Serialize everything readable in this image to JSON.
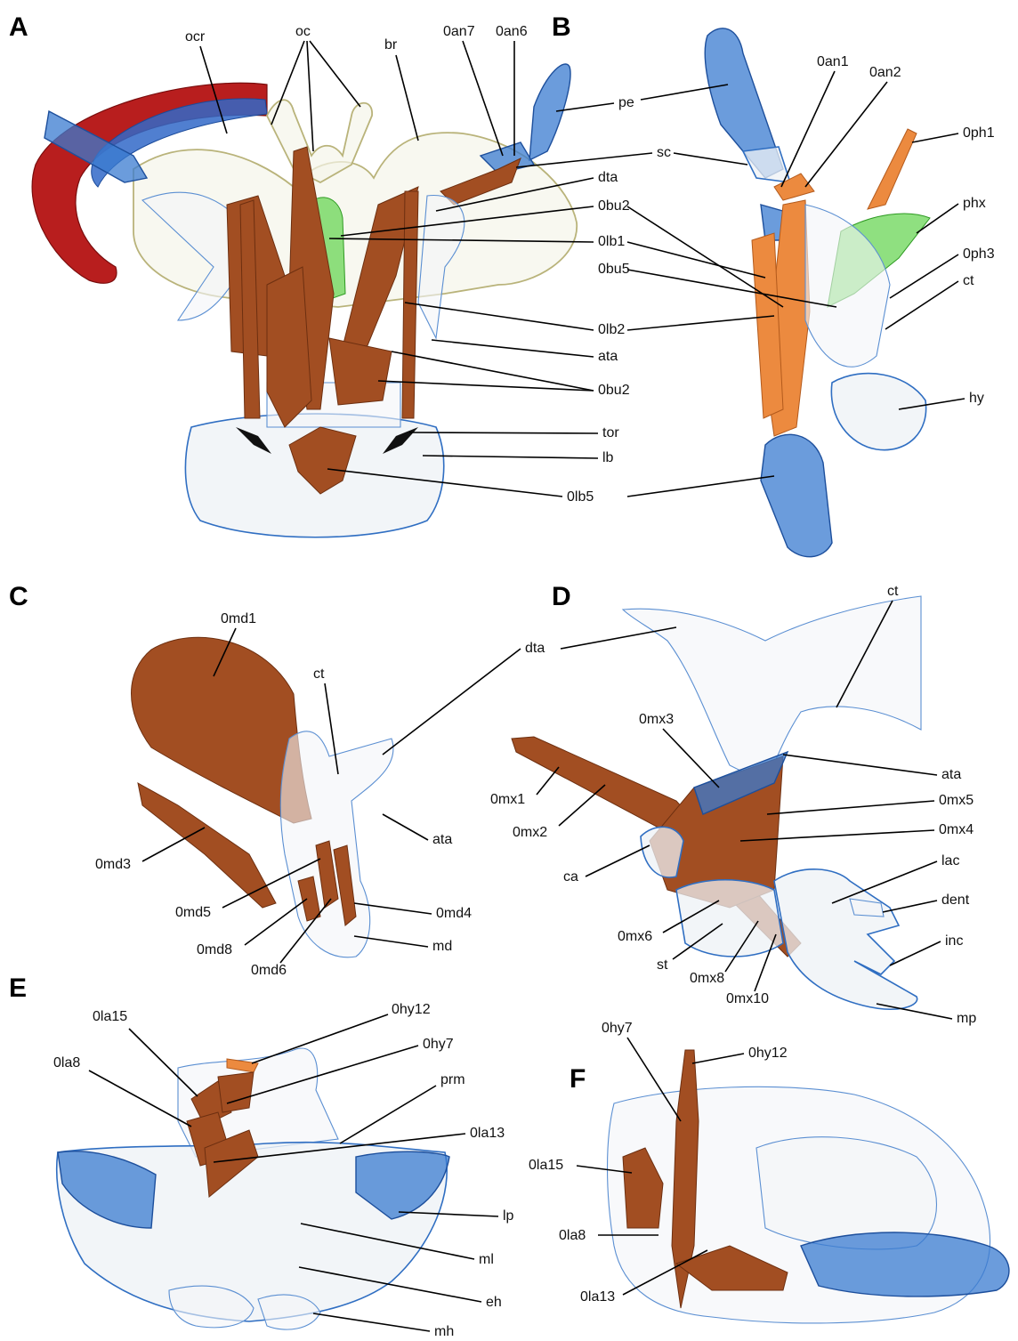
{
  "panels": {
    "A": {
      "letter": "A",
      "labels": {
        "ocr": "ocr",
        "oc": "oc",
        "br": "br",
        "an7": "0an7",
        "an6": "0an6",
        "pe": "pe",
        "sc": "sc",
        "dta": "dta",
        "bu2_top": "0bu2",
        "lb1": "0lb1",
        "lb2": "0lb2",
        "ata": "ata",
        "bu2_bottom": "0bu2",
        "tor": "tor",
        "lb": "lb",
        "lb5": "0lb5"
      }
    },
    "B": {
      "letter": "B",
      "labels": {
        "an1": "0an1",
        "an2": "0an2",
        "ph1": "0ph1",
        "phx": "phx",
        "ph3": "0ph3",
        "ct": "ct",
        "hy": "hy"
      }
    },
    "C": {
      "letter": "C",
      "labels": {
        "md1": "0md1",
        "ct": "ct",
        "dta": "dta",
        "ata": "ata",
        "md3": "0md3",
        "md5": "0md5",
        "md4": "0md4",
        "md8": "0md8",
        "md6": "0md6",
        "md": "md"
      }
    },
    "D": {
      "letter": "D",
      "labels": {
        "ct": "ct",
        "mx3": "0mx3",
        "ata": "ata",
        "mx1": "0mx1",
        "mx5": "0mx5",
        "mx2": "0mx2",
        "mx4": "0mx4",
        "ca": "ca",
        "lac": "lac",
        "dent": "dent",
        "mx6": "0mx6",
        "inc": "inc",
        "st": "st",
        "mx8": "0mx8",
        "mx10": "0mx10",
        "mp": "mp"
      }
    },
    "E": {
      "letter": "E",
      "labels": {
        "hy12": "0hy12",
        "la15": "0la15",
        "hy7": "0hy7",
        "la8": "0la8",
        "prm": "prm",
        "la13": "0la13",
        "lp": "lp",
        "ml": "ml",
        "eh": "eh",
        "mh": "mh"
      }
    },
    "F": {
      "letter": "F",
      "labels": {
        "hy7": "0hy7",
        "hy12": "0hy12",
        "la15": "0la15",
        "la8": "0la8",
        "la13": "0la13"
      }
    }
  },
  "colors": {
    "muscle": "#a24e22",
    "muscle_light": "#ec8a3f",
    "cuticle_blue": "#3a7bd0",
    "tentorium": "#5fd34a",
    "ocular_ring": "#b81e1e"
  }
}
